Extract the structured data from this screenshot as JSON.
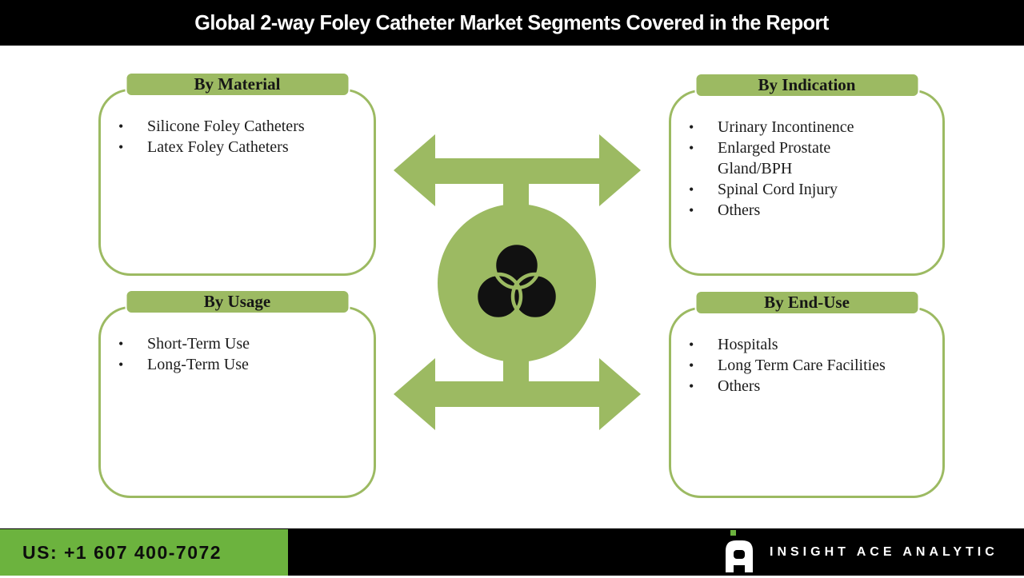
{
  "title": "Global 2-way Foley Catheter Market Segments Covered in the Report",
  "colors": {
    "sage_green": "#9CBA62",
    "bright_green": "#6CB33E",
    "bar_black": "#000000",
    "text_dark": "#161616",
    "text_white": "#FFFFFF"
  },
  "segments": {
    "material": {
      "title": "By Material",
      "items": [
        "Silicone Foley Catheters",
        "Latex Foley Catheters"
      ]
    },
    "indication": {
      "title": "By Indication",
      "items": [
        "Urinary Incontinence",
        "Enlarged Prostate Gland/BPH",
        "Spinal Cord Injury",
        "Others"
      ]
    },
    "usage": {
      "title": "By Usage",
      "items": [
        "Short-Term Use",
        "Long-Term Use"
      ]
    },
    "end_use": {
      "title": "By End-Use",
      "items": [
        "Hospitals",
        "Long Term Care Facilities",
        "Others"
      ]
    }
  },
  "center_icon": "venn-trefoil-icon",
  "footer": {
    "phone": "US: +1 607 400-7072",
    "brand": "INSIGHT ACE ANALYTIC"
  }
}
